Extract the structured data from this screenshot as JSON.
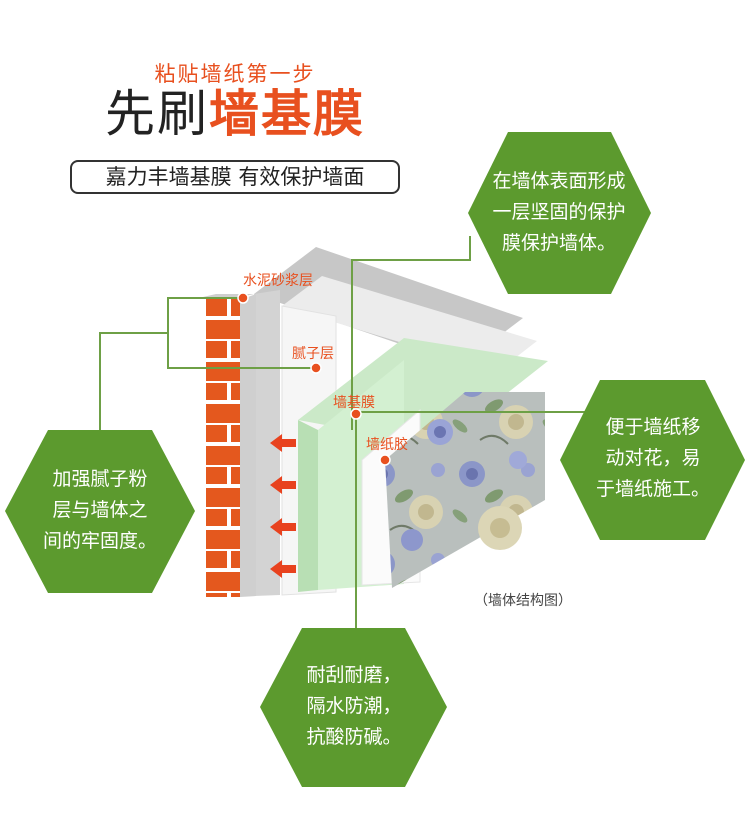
{
  "header": {
    "tag": "粘贴墙纸第一步",
    "headline_prefix": "先刷",
    "headline_highlight": "墙基膜",
    "slogan": "嘉力丰墙基膜 有效保护墙面"
  },
  "layers": {
    "mortar": "水泥砂浆层",
    "putty": "腻子层",
    "membrane": "墙基膜",
    "glue": "墙纸胶"
  },
  "callouts": {
    "top_right": [
      "在墙体表面形成",
      "一层坚固的保护",
      "膜保护墙体。"
    ],
    "left": [
      "加强腻子粉",
      "层与墙体之",
      "间的牢固度。"
    ],
    "right": [
      "便于墙纸移",
      "动对花，易",
      "于墙纸施工。"
    ],
    "bottom": [
      "耐刮耐磨，",
      "隔水防潮，",
      "抗酸防碱。"
    ]
  },
  "caption": "（墙体结构图）",
  "colors": {
    "accent_orange": "#e8501f",
    "hex_green": "#5c9a2e",
    "brick": "#e4581e",
    "membrane_green": "#d3f0d1"
  }
}
